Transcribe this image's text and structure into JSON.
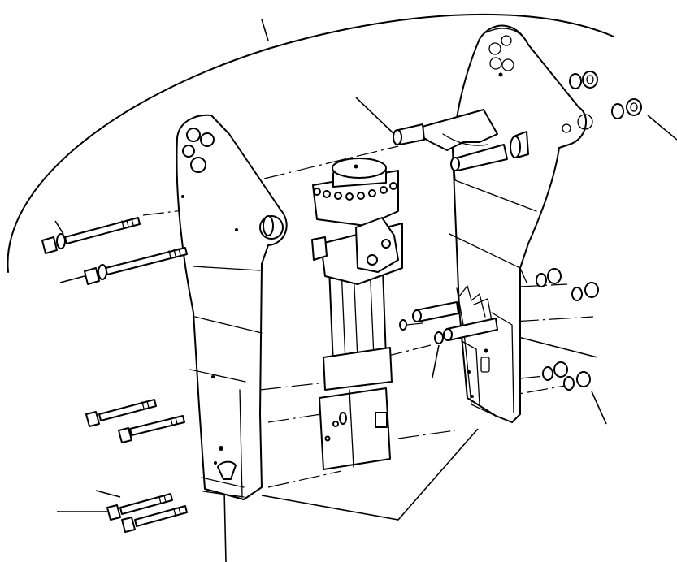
{
  "diagram": {
    "style": "exploded-view line drawing, no labels",
    "colors": {
      "line": "#000000",
      "background": "#ffffff"
    },
    "components": [
      "left-side-plate",
      "right-side-plate",
      "hydraulic-breaker-body",
      "top-bracket-and-pins",
      "through-bolts",
      "nuts-and-washers"
    ]
  }
}
